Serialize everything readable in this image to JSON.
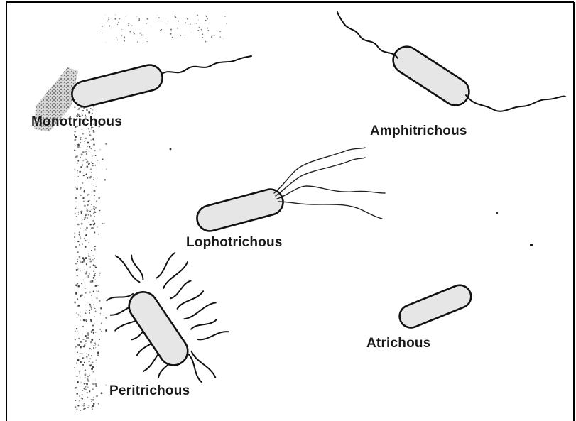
{
  "diagram": {
    "labels": {
      "monotrichous": "Monotrichous",
      "amphitrichous": "Amphitrichous",
      "lophotrichous": "Lophotrichous",
      "peritrichous": "Peritrichous",
      "atrichous": "Atrichous"
    }
  }
}
